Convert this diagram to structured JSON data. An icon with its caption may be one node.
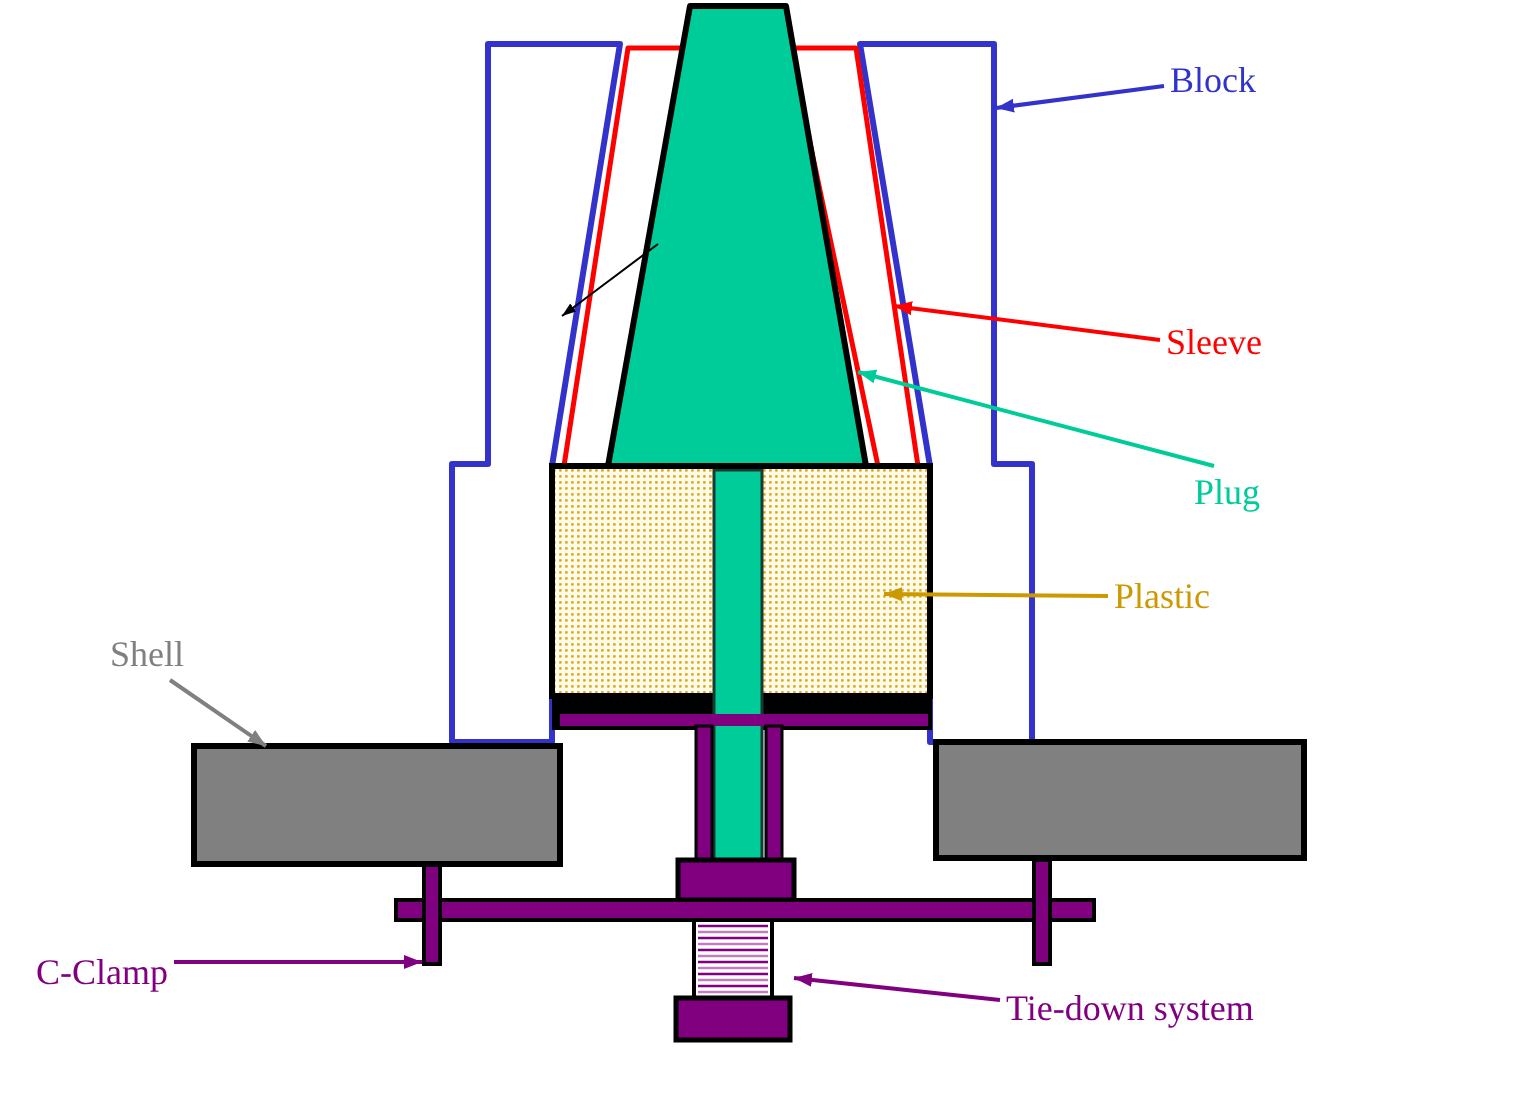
{
  "diagram": {
    "nodes": [
      {
        "text": [
          "Block"
        ]
      },
      {
        "text": [],
        "shape": "picture"
      },
      {
        "text": [
          "Sleeve"
        ]
      },
      {
        "text": [],
        "shape": "picture",
        "in": 1
      },
      {
        "text": [
          "Plug"
        ]
      },
      {
        "text": [],
        "shape": "picture"
      },
      {
        "text": [
          "Plastic"
        ]
      },
      {
        "text": [],
        "shape": "box",
        "in": 1
      },
      {
        "text": [
          "Shell"
        ]
      },
      {
        "text": [],
        "shape": "box"
      },
      {
        "text": [],
        "shape": "box"
      },
      {
        "text": [
          "C-Clamp"
        ]
      },
      {
        "text": [],
        "shape": "picture"
      },
      {
        "text": [
          "Tie-down system"
        ]
      },
      {
        "text": [],
        "shape": "picture"
      }
    ],
    "edges": [
      {
        "from": 0,
        "to": 1,
        "arrow": "to",
        "color": "#3333cc"
      },
      {
        "from": 2,
        "to": 3,
        "arrow": "to",
        "color": "#ff0000"
      },
      {
        "from": 4,
        "to": 5,
        "arrow": "to",
        "color": "#00cc99"
      },
      {
        "from": 6,
        "to": 7,
        "arrow": "to",
        "color": "#cc9900"
      },
      {
        "from": 8,
        "to": 9,
        "arrow": "to",
        "color": "#808080"
      },
      {
        "from": 11,
        "to": 12,
        "arrow": "to",
        "color": "#800080"
      },
      {
        "from": 13,
        "to": 14,
        "arrow": "to",
        "color": "#800080"
      },
      {
        "from": 5,
        "to": 3,
        "arrow": "to",
        "color": "#000000"
      }
    ]
  }
}
